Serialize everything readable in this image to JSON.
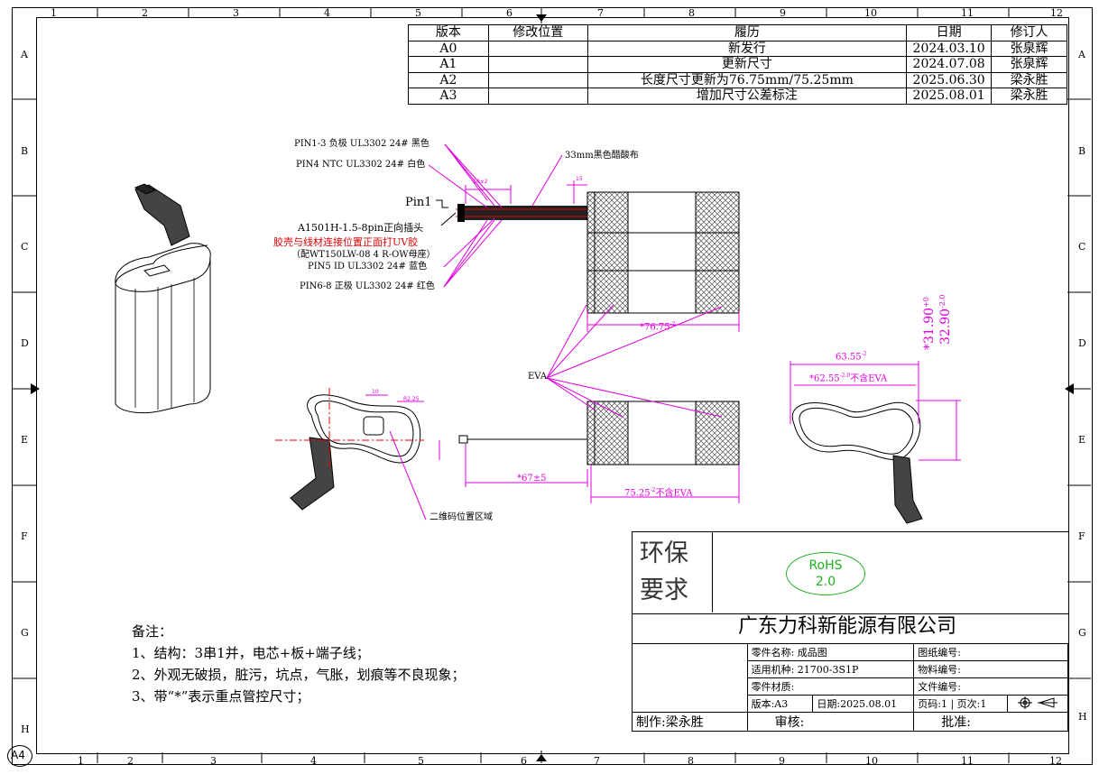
{
  "border": {
    "top_numbers": [
      "1",
      "2",
      "3",
      "4",
      "5",
      "6",
      "7",
      "8",
      "9",
      "10",
      "11",
      "12"
    ],
    "bottom_numbers": [
      "1",
      "2",
      "3",
      "4",
      "5",
      "6",
      "7",
      "8",
      "9",
      "10",
      "11",
      "12"
    ],
    "side_letters": [
      "A",
      "B",
      "C",
      "D",
      "E",
      "F",
      "G",
      "H"
    ],
    "sheet_size": "A4"
  },
  "revision_table": {
    "headers": [
      "版本",
      "修改位置",
      "履历",
      "日期",
      "修订人"
    ],
    "rows": [
      [
        "A0",
        "",
        "新发行",
        "2024.03.10",
        "张泉辉"
      ],
      [
        "A1",
        "",
        "更新尺寸",
        "2024.07.08",
        "张泉辉"
      ],
      [
        "A2",
        "",
        "长度尺寸更新为76.75mm/75.25mm",
        "2025.06.30",
        "梁永胜"
      ],
      [
        "A3",
        "",
        "增加尺寸公差标注",
        "2025.08.01",
        "梁永胜"
      ]
    ]
  },
  "callouts": {
    "pin1_3": "PIN1-3 负极  UL3302 24# 黑色",
    "pin4": "PIN4 NTC  UL3302 24# 白色",
    "pin1": "Pin1",
    "connector": "A1501H-1.5-8pin正向插头",
    "glue_note": "胶壳与线材连接位置正面打UV胶",
    "mate": "（配WT150LW-08 4 R-OW母座）",
    "pin5": "PIN5 ID  UL3302 24# 蓝色",
    "pin6_8": "PIN6-8 正极  UL3302 24# 红色",
    "tape": "33mm黑色醋酸布",
    "eva": "EVA",
    "qr": "二维码位置区域"
  },
  "dimensions": {
    "len_top": "*76.75",
    "len_top_tol": "-2",
    "len_bottom": "75.25",
    "len_bottom_suffix": "不含EVA",
    "lead": "*67±5",
    "width_outer": "63.55",
    "width_inner": "*62.55",
    "width_inner_suffix": "不含EVA",
    "height_1": "*31.90",
    "height_2": "32.90",
    "tol_plus": "+0",
    "tol_minus": "-2.0",
    "small_1": "15",
    "small_2": "10",
    "small_3": "R2.25"
  },
  "env": {
    "label_line1": "环保",
    "label_line2": "要求",
    "rohs_1": "RoHS",
    "rohs_2": "2.0"
  },
  "notes": {
    "title": "备注：",
    "items": [
      "1、结构：3串1并，电芯+板+端子线；",
      "2、外观无破损，脏污，坑点，气胀，划痕等不良现象；",
      "3、带“*”表示重点管控尺寸；"
    ]
  },
  "title_block": {
    "company": "广东力科新能源有限公司",
    "part_name": "零件名称: 成品图",
    "model": "适用机种: 21700-3S1P",
    "material": "零件材质:",
    "version": "版本:A3",
    "date": "日期:2025.08.01",
    "drawing_no": "图纸编号:",
    "item_no": "物料编号:",
    "file_no": "文件编号:",
    "page_count": "页码:1",
    "page_no": "页次:1",
    "made_by": "制作:梁永胜",
    "reviewed": "审核:",
    "approved": "批准:"
  },
  "colors": {
    "dim": "#e000e0",
    "warn": "#e00000",
    "rohs": "#20b020"
  }
}
